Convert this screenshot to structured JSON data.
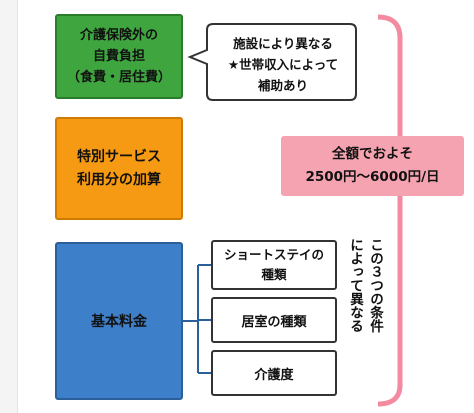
{
  "boxes": {
    "insurance_exempt": [
      "介護保険外の",
      "自費負担",
      "（食費・居住費）"
    ],
    "special_service": [
      "特別サービス",
      "利用分の加算"
    ],
    "basic_fee": "基本料金"
  },
  "callout": [
    "施設により異なる",
    "★世帯収入によって",
    "補助あり"
  ],
  "total": [
    "全額でおよそ",
    "2500円～6000円/日"
  ],
  "conditions": {
    "short_stay_type": [
      "ショートステイの",
      "種類"
    ],
    "room_type": "居室の種類",
    "care_level": "介護度"
  },
  "vertical_note": [
    "この３つの条件",
    "によって異なる"
  ],
  "colors": {
    "green": "#3fa63f",
    "orange": "#f59a12",
    "blue": "#3d7fc9",
    "pink": "#f5a3b0",
    "bracket": "#f48aa0"
  }
}
